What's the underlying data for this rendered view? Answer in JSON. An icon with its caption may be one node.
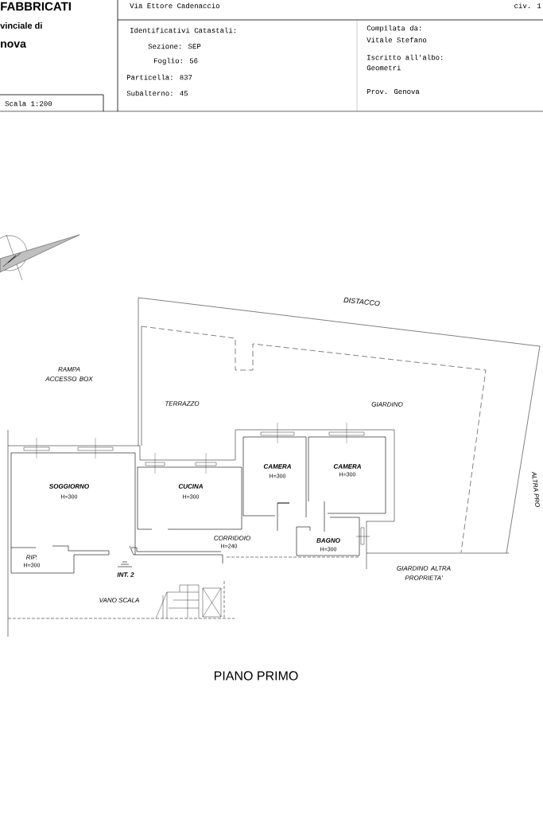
{
  "diagram": {
    "title": "PIANO PRIMO",
    "labels": [
      "FABBRICATI",
      "Via Ettore Cadenaccio",
      "civ. 1",
      "vinciale di",
      "Identificativi Catastali:",
      "Compilata da:",
      "Vitale Stefano",
      "nova",
      "Sezione: SEP",
      "Foglio: 56",
      "Iscritto all'albo:",
      "Geometri",
      "Particella: 837",
      "Subalterno: 45",
      "Prov. Genova",
      "Scala 1:200",
      "DISTACCO",
      "RAMPA ACCESSO BOX",
      "TERRAZZO",
      "GIARDINO",
      "CAMERA",
      "H=300",
      "CAMERA",
      "H=300",
      "SOGGIORNO",
      "H=300",
      "CUCINA",
      "H=300",
      "ALTRA PRO",
      "CORRIDOIO",
      "H=240",
      "BAGNO",
      "H=300",
      "RIP.",
      "H=300",
      "INT. 2",
      "GIARDINO ALTRA PROPRIETA'",
      "VANO SCALA"
    ]
  }
}
